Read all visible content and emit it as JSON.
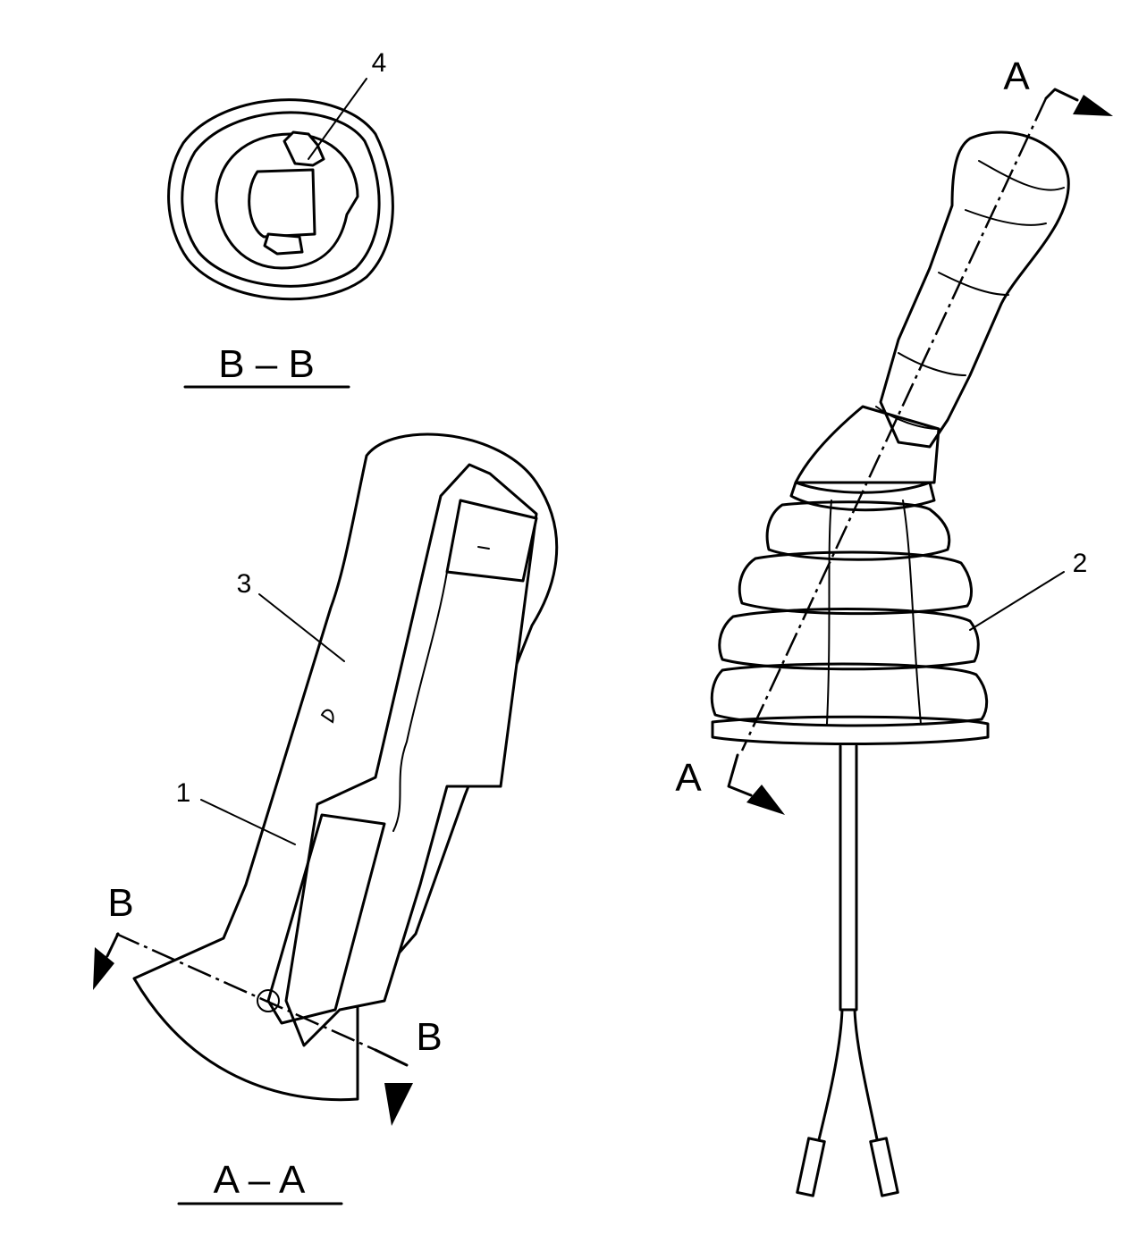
{
  "section_bb": {
    "title": "B – B",
    "callout": "4"
  },
  "section_aa": {
    "title": "A – A",
    "cut_label_left": "B",
    "cut_label_right": "B",
    "callout_1": "1",
    "callout_3": "3"
  },
  "assembly": {
    "cut_label_top": "A",
    "cut_label_bottom": "A",
    "callout_2": "2"
  },
  "colors": {
    "ink": "#000000",
    "paper": "#ffffff"
  }
}
